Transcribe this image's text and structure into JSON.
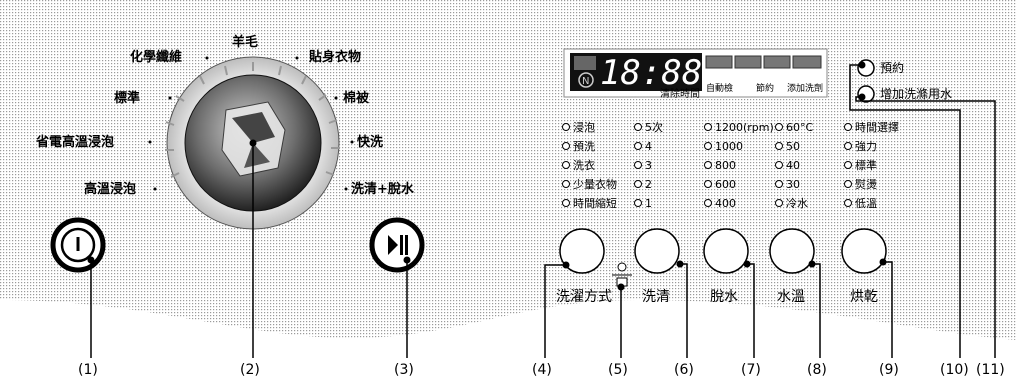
{
  "dial": {
    "programs_left": [
      "羊毛",
      "化學纖維",
      "標準",
      "省電高溫浸泡",
      "高溫浸泡"
    ],
    "programs_right": [
      "貼身衣物",
      "棉被",
      "快洗",
      "洗清+脫水"
    ]
  },
  "display": {
    "time": "18:88",
    "sub_label": "清除時間",
    "chips_top": [
      "",
      "",
      "",
      ""
    ],
    "chips_bottom": [
      "自動檢",
      "節約",
      "添加洗劑"
    ]
  },
  "options": {
    "col1": [
      "浸泡",
      "預洗",
      "洗衣",
      "少量衣物",
      "時間縮短"
    ],
    "col2": [
      "5次",
      "4",
      "3",
      "2",
      "1"
    ],
    "col3": [
      "1200(rpm)",
      "1000",
      "800",
      "600",
      "400"
    ],
    "col4": [
      "60°C",
      "50",
      "40",
      "30",
      "冷水"
    ],
    "col5": [
      "時間選擇",
      "強力",
      "標準",
      "熨燙",
      "低溫"
    ]
  },
  "right_buttons": {
    "reserve": "預約",
    "rinse_water": "增加洗滌用水"
  },
  "buttons": {
    "wash_method": "洗濯方式",
    "rinse": "洗清",
    "spin": "脫水",
    "water_temp": "水溫",
    "dry": "烘乾"
  },
  "callouts": [
    "(1)",
    "(2)",
    "(3)",
    "(4)",
    "(5)",
    "(6)",
    "(7)",
    "(8)",
    "(9)",
    "(10)",
    "(11)"
  ]
}
